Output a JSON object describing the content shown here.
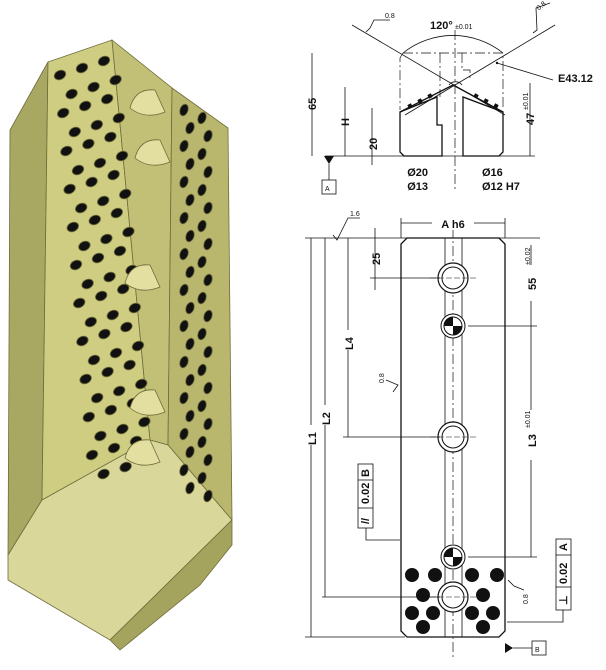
{
  "render": {
    "colors": {
      "body": "#c9c77a",
      "holes": "#111111",
      "edge": "#6e6c3a"
    }
  },
  "section_view": {
    "angle": "120°",
    "angle_tol": "±0.01",
    "roughness_left": "0.8",
    "roughness_right": "0.8",
    "sphere_label": "E43.12",
    "dim_65": "65",
    "dim_H": "H",
    "dim_20": "20",
    "dim_47": "47",
    "dim_47_tol": "±0.01",
    "d20": "Ø20",
    "d16": "Ø16",
    "d13": "Ø13",
    "d12": "Ø12 H7",
    "datum_a": "A"
  },
  "plan_view": {
    "width": "A h6",
    "roughness_top": "1.6",
    "roughness_side": "0.8",
    "roughness_bottom": "0.8",
    "dim_25": "25",
    "dim_55": "55",
    "dim_55_tol": "±0.02",
    "L1": "L1",
    "L2": "L2",
    "L3": "L3",
    "L3_tol": "±0.01",
    "L4": "L4",
    "parallel": {
      "symbol": "//",
      "value": "0.02",
      "datum": "B"
    },
    "perpendicular": {
      "symbol": "⊥",
      "value": "0.02",
      "datum": "A"
    },
    "datum_b": "B"
  }
}
